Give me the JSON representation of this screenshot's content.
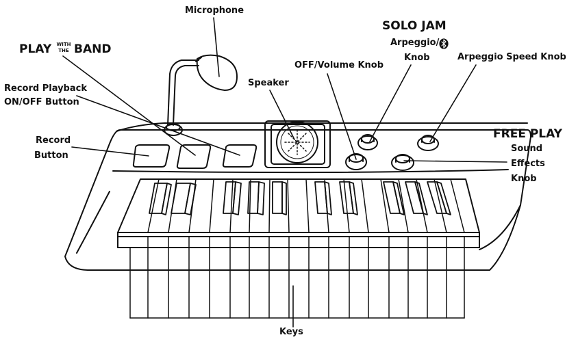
{
  "labels": {
    "microphone": "Microphone",
    "play_band_play": "PLAY",
    "play_band_with": "WITH",
    "play_band_the": "THE",
    "play_band_band": "BAND",
    "record_playback_line1": "Record Playback",
    "record_playback_line2": "ON/OFF Button",
    "record_button_line1": "Record",
    "record_button_line2": "Button",
    "speaker": "Speaker",
    "off_volume": "OFF/Volume Knob",
    "solo_jam": "SOLO JAM",
    "arpeggio_line1": "Arpeggio/",
    "arpeggio_bt_icon": "bluetooth-icon",
    "arpeggio_line2": "Knob",
    "arpeggio_speed": "Arpeggio Speed Knob",
    "free_play": "FREE PLAY",
    "sound_line1": "Sound",
    "sound_line2": "Effects",
    "sound_line3": "Knob",
    "keys": "Keys"
  },
  "colors": {
    "ink": "#111111",
    "paper": "#ffffff"
  }
}
